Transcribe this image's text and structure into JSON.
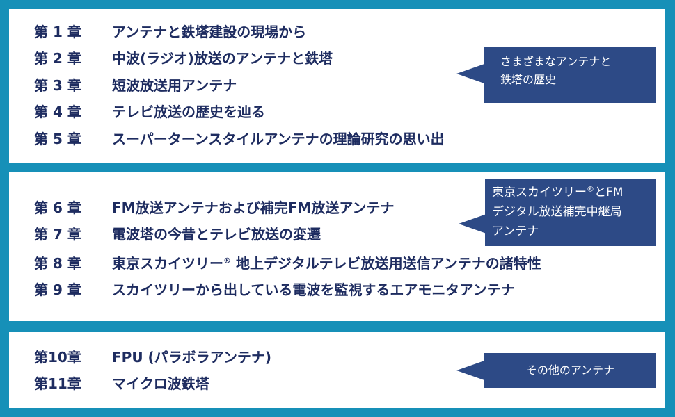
{
  "sections": [
    {
      "chapters": [
        {
          "num": "第 1 章",
          "title": "アンテナと鉄塔建設の現場から"
        },
        {
          "num": "第 2 章",
          "title": "中波(ラジオ)放送のアンテナと鉄塔"
        },
        {
          "num": "第 3 章",
          "title": "短波放送用アンテナ"
        },
        {
          "num": "第 4 章",
          "title": "テレビ放送の歴史を辿る"
        },
        {
          "num": "第 5 章",
          "title": "スーパーターンスタイルアンテナの理論研究の思い出"
        }
      ],
      "callout": {
        "line1": "さまざまなアンテナと",
        "line2": "鉄塔の歴史"
      }
    },
    {
      "chapters": [
        {
          "num": "第 6 章",
          "title": "FM放送アンテナおよび補完FM放送アンテナ"
        },
        {
          "num": "第 7 章",
          "title": "電波塔の今昔とテレビ放送の変遷"
        },
        {
          "num": "第 8 章",
          "title_a": "東京スカイツリー",
          "title_mark": "®",
          "title_b": " 地上デジタルテレビ放送用送信アンテナの諸特性"
        },
        {
          "num": "第 9 章",
          "title": "スカイツリーから出している電波を監視するエアモニタアンテナ"
        }
      ],
      "callout": {
        "line1_a": "東京スカイツリー",
        "line1_mark": "®",
        "line1_b": "とFM",
        "line2": "デジタル放送補完中継局",
        "line3": "アンテナ"
      }
    },
    {
      "chapters": [
        {
          "num": "第10章",
          "title": "FPU (パラボラアンテナ)"
        },
        {
          "num": "第11章",
          "title": "マイクロ波鉄塔"
        }
      ],
      "callout": {
        "line1": "その他のアンテナ"
      }
    }
  ]
}
